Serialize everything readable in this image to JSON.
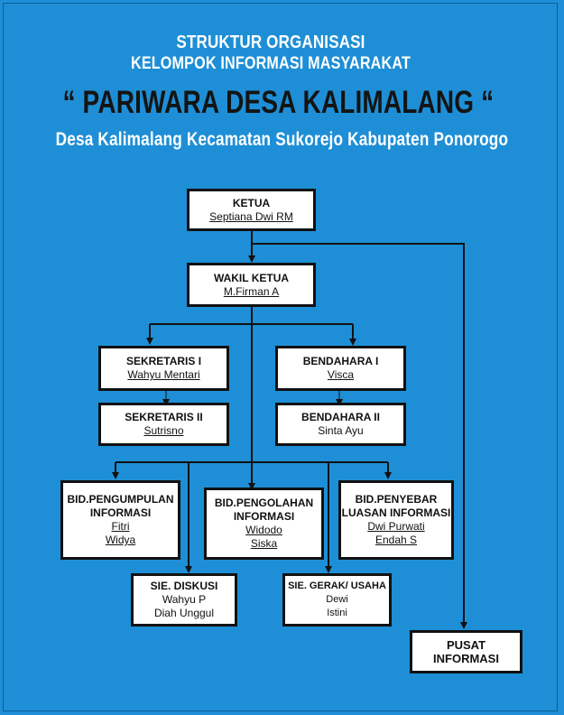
{
  "header": {
    "line1": "STRUKTUR ORGANISASI",
    "line2": "KELOMPOK INFORMASI MASYARAKAT",
    "line3": "“ PARIWARA DESA KALIMALANG “",
    "line4": "Desa Kalimalang Kecamatan Sukorejo Kabupaten Ponorogo"
  },
  "colors": {
    "background": "#1e8fd6",
    "box_border": "#111111",
    "box_fill": "#ffffff"
  },
  "org": {
    "ketua": {
      "title": "KETUA",
      "names": [
        "Septiana Dwi RM"
      ]
    },
    "wakil_ketua": {
      "title": "WAKIL KETUA",
      "names": [
        "M.Firman A"
      ]
    },
    "sekretaris_1": {
      "title": "SEKRETARIS  I",
      "names": [
        "Wahyu Mentari"
      ]
    },
    "sekretaris_2": {
      "title": "SEKRETARIS  II",
      "names": [
        "Sutrisno"
      ]
    },
    "bendahara_1": {
      "title": "BENDAHARA  I",
      "names": [
        "Visca"
      ]
    },
    "bendahara_2": {
      "title": "BENDAHARA  II",
      "names": [
        "Sinta Ayu"
      ]
    },
    "bid_pengumpulan": {
      "title_lines": [
        "BID.PENGUMPULAN",
        "INFORMASI"
      ],
      "names": [
        "Fitri",
        "Widya"
      ]
    },
    "bid_pengolahan": {
      "title_lines": [
        "BID.PENGOLAHAN",
        "INFORMASI"
      ],
      "names": [
        "Widodo",
        "Siska"
      ]
    },
    "bid_penyebar": {
      "title_lines": [
        "BID.PENYEBAR",
        "LUASAN INFORMASI"
      ],
      "names": [
        "Dwi Purwati",
        "Endah S"
      ]
    },
    "sie_diskusi": {
      "title": "SIE.  DISKUSI",
      "names": [
        "Wahyu P",
        "Diah Unggul"
      ]
    },
    "sie_gerak": {
      "title": "SIE.  GERAK/ USAHA",
      "names": [
        "Dewi",
        "Istini"
      ]
    },
    "pusat_informasi": {
      "title_lines": [
        "PUSAT",
        "INFORMASI"
      ]
    }
  }
}
